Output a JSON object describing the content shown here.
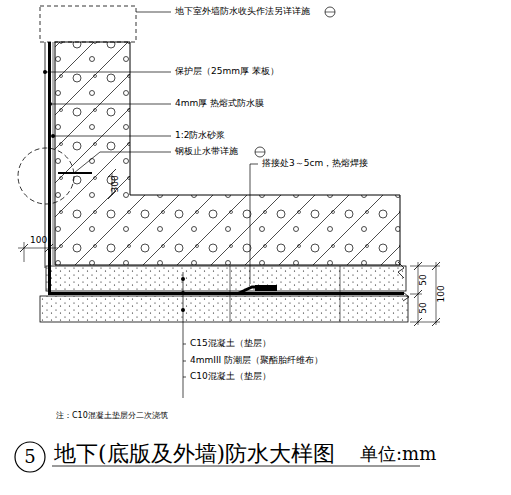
{
  "diagram": {
    "title": "地下(底版及外墙)防水大样图",
    "labels": [
      "地下室外墙防水收头作法另详详施",
      "保护层（25mm厚 苯板）",
      "4mm厚 热熔式防水膜",
      "1:2防水砂浆",
      "钢板止水带详施",
      "300",
      "100",
      "搭接处3～5cm，热熔焊接",
      "50",
      "100",
      "50",
      "C15混凝土（垫层）",
      "4mmIII 防潮层（聚酯胎纤维布）",
      "C10混凝土（垫层）",
      "注：C10混凝土垫层分二次浇筑",
      "5",
      "单位:mm"
    ]
  }
}
